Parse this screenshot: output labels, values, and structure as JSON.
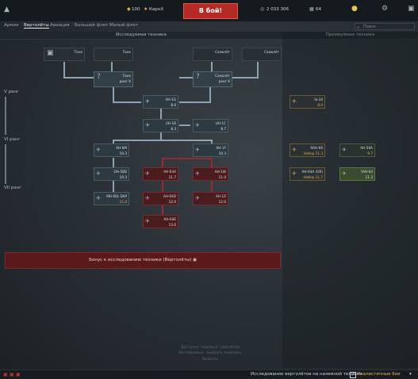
{
  "topbar": {
    "gold_amount": "100",
    "username": "КарнХ",
    "battle_label": "В бой!",
    "silver_amount": "2 033 306",
    "rp_amount": "64"
  },
  "tabs": [
    "Армия",
    "Вертолёты",
    "Авиация",
    "Большой флот",
    "Малый флот"
  ],
  "search_placeholder": "Поиск",
  "headers": {
    "research": "Исследуемая техника",
    "premium": "Премиумная техника"
  },
  "ranks": {
    "r5": "V ранг",
    "r6": "VI ранг",
    "r7": "VII ранг"
  },
  "cards": {
    "tank_top": {
      "name": "Танк",
      "br": ""
    },
    "tank_top2": {
      "name": "Танк",
      "br": ""
    },
    "cobra_top": {
      "name": "Самолёт",
      "br": ""
    },
    "cobra_top2": {
      "name": "Самолёт",
      "br": ""
    },
    "tank_group": {
      "name": "Танк",
      "br": "ранг V"
    },
    "plane_group": {
      "name": "Самолёт",
      "br": "ранг V"
    },
    "ah1g": {
      "name": "AH-1G",
      "br": "8.0"
    },
    "uh1b": {
      "name": "UH-1B",
      "br": "8.3"
    },
    "uh1c": {
      "name": "UH-1C",
      "br": "8.7"
    },
    "ah6m": {
      "name": "AH-6M",
      "br": "10.3"
    },
    "ah1f": {
      "name": "AH-1F",
      "br": "10.3"
    },
    "oh58d": {
      "name": "OH-58D",
      "br": "10.3"
    },
    "ah64a": {
      "name": "AH-64A",
      "br": "11.7"
    },
    "ah1w": {
      "name": "AH-1W",
      "br": "11.0"
    },
    "mh60l": {
      "name": "MH-60L DAP",
      "br": "11.0"
    },
    "ah64d": {
      "name": "AH-64D",
      "br": "12.0"
    },
    "ah1z": {
      "name": "AH-1Z",
      "br": "12.0"
    },
    "ah64e": {
      "name": "AH-64E",
      "br": "13.0"
    },
    "prem_ia34": {
      "name": "Iа-34",
      "br": "8.0"
    },
    "prem_rah66": {
      "name": "RAH-66",
      "br": "Набор 11.3"
    },
    "prem_ah56a": {
      "name": "AH-56A",
      "br": "9.7"
    },
    "prem_ah64a_gr": {
      "name": "AH-64A (GR)",
      "br": "Набор 11.7"
    },
    "prem_yah64": {
      "name": "YAH-64",
      "br": "11.3"
    }
  },
  "bonus_text": "Бонус к исследованию техники (Вертолёты)",
  "faint_text": [
    "Доступно 'мировых' самолётов",
    "Исследовано - выбрать тематику",
    "Выбрать"
  ],
  "bottom": {
    "research_toggle_text": "Исследование вертолётов на наземной технике",
    "realistic_label": "Реалистичные бои"
  }
}
